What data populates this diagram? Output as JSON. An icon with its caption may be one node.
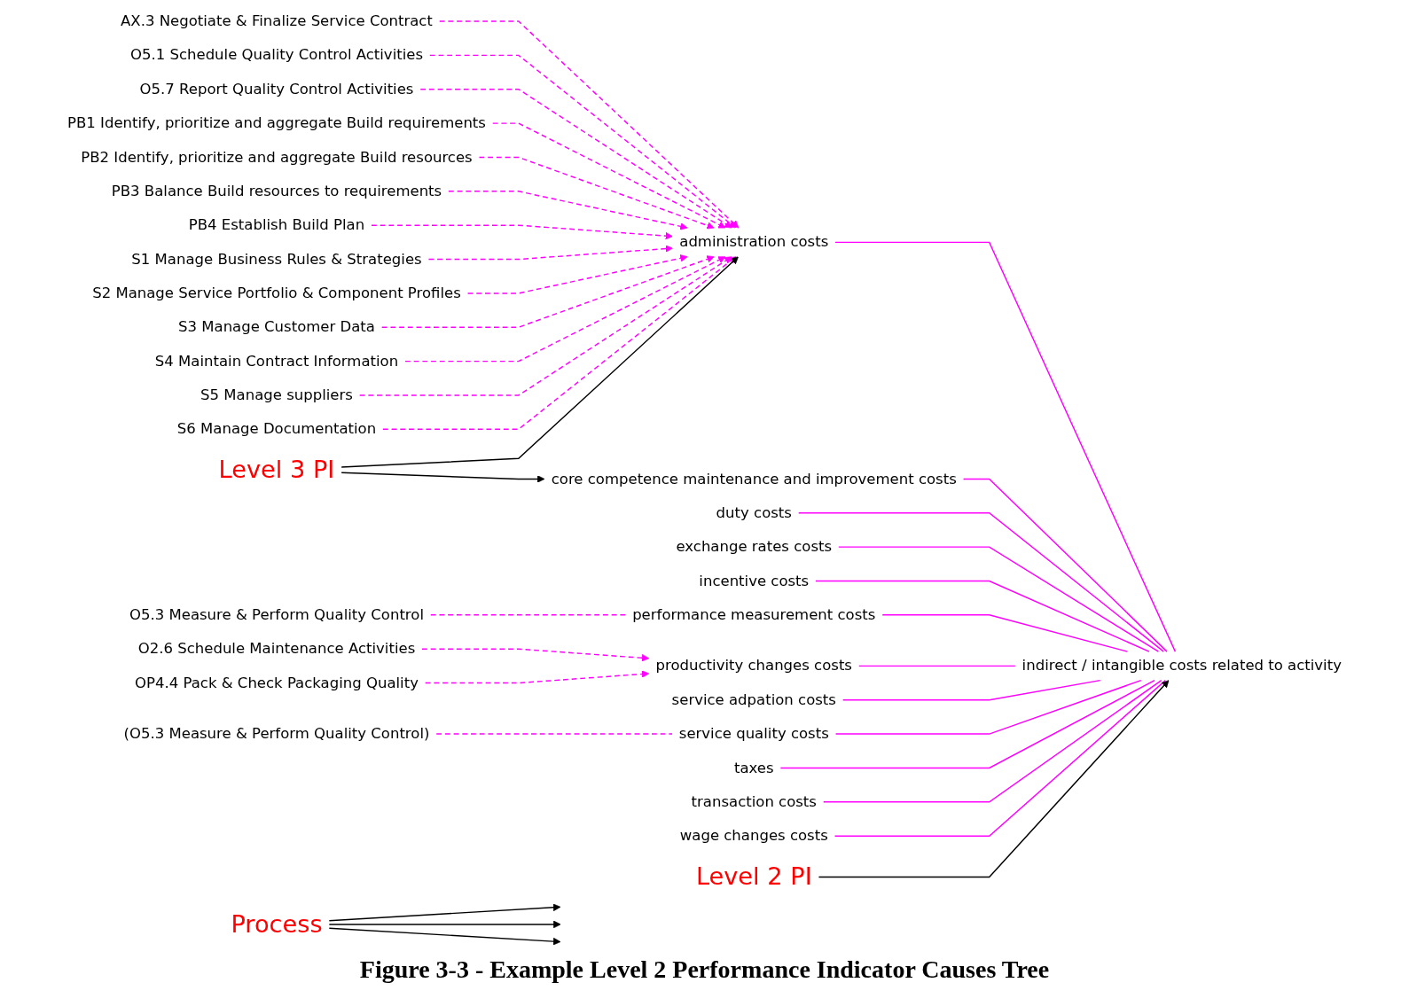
{
  "diagram": {
    "caption": "Figure 3-3 - Example Level 2 Performance Indicator Causes Tree",
    "nodes": [
      {
        "text": [
          "Level 3 PI"
        ]
      },
      {
        "text": [
          "Level 2 PI"
        ]
      },
      {
        "text": [
          "AX.3 Negotiate & Finalize Service Contract"
        ]
      },
      {
        "text": [
          "O5.1 Schedule Quality Control Activities"
        ]
      },
      {
        "text": [
          "O5.7 Report Quality Control Activities"
        ]
      },
      {
        "text": [
          "PB1 Identify, prioritize and aggregate Build requirements"
        ]
      },
      {
        "text": [
          "PB2 Identify, prioritize and aggregate Build resources"
        ]
      },
      {
        "text": [
          "PB3 Balance Build resources to requirements"
        ]
      },
      {
        "text": [
          "PB4 Establish Build Plan"
        ]
      },
      {
        "text": [
          "administration costs"
        ]
      },
      {
        "text": [
          "S1 Manage Business Rules & Strategies"
        ]
      },
      {
        "text": [
          "S2 Manage Service Portfolio & Component Profiles"
        ]
      },
      {
        "text": [
          "S3 Manage Customer Data"
        ]
      },
      {
        "text": [
          "S4 Maintain Contract Information"
        ]
      },
      {
        "text": [
          "S5 Manage suppliers"
        ]
      },
      {
        "text": [
          "S6 Manage Documentation"
        ]
      },
      {
        "text": [
          "indirect / intangible costs related to activity"
        ]
      },
      {
        "text": [
          "core competence maintenance and improvement costs"
        ]
      },
      {
        "text": [
          "duty costs"
        ]
      },
      {
        "text": [
          "exchange rates costs"
        ]
      },
      {
        "text": [
          "incentive costs"
        ]
      },
      {
        "text": [
          "O5.3 Measure & Perform Quality Control"
        ]
      },
      {
        "text": [
          "performance measurement costs"
        ]
      },
      {
        "text": [
          "O2.6 Schedule Maintenance Activities"
        ]
      },
      {
        "text": [
          "productivity changes costs"
        ]
      },
      {
        "text": [
          "OP4.4 Pack & Check Packaging Quality"
        ]
      },
      {
        "text": [
          "service adpation costs"
        ]
      },
      {
        "text": [
          "(O5.3 Measure & Perform Quality Control)"
        ]
      },
      {
        "text": [
          "service quality costs"
        ]
      },
      {
        "text": [
          "taxes"
        ]
      },
      {
        "text": [
          "transaction costs"
        ]
      },
      {
        "text": [
          "wage changes costs"
        ]
      },
      {
        "text": [
          "Process"
        ]
      }
    ],
    "edges": [
      {
        "from": 2,
        "to": 9,
        "arrow": "to",
        "style": "dashed"
      },
      {
        "from": 3,
        "to": 9,
        "arrow": "to",
        "style": "dashed"
      },
      {
        "from": 4,
        "to": 9,
        "arrow": "to",
        "style": "dashed"
      },
      {
        "from": 5,
        "to": 9,
        "arrow": "to",
        "style": "dashed"
      },
      {
        "from": 6,
        "to": 9,
        "arrow": "to",
        "style": "dashed"
      },
      {
        "from": 7,
        "to": 9,
        "arrow": "to",
        "style": "dashed"
      },
      {
        "from": 8,
        "to": 9,
        "arrow": "to",
        "style": "dashed"
      },
      {
        "from": 10,
        "to": 9,
        "arrow": "to",
        "style": "dashed"
      },
      {
        "from": 11,
        "to": 9,
        "arrow": "to",
        "style": "dashed"
      },
      {
        "from": 12,
        "to": 9,
        "arrow": "to",
        "style": "dashed"
      },
      {
        "from": 13,
        "to": 9,
        "arrow": "to",
        "style": "dashed"
      },
      {
        "from": 14,
        "to": 9,
        "arrow": "to",
        "style": "dashed"
      },
      {
        "from": 15,
        "to": 9,
        "arrow": "to",
        "style": "dashed"
      },
      {
        "from": 9,
        "to": 16,
        "arrow": "none"
      },
      {
        "from": 17,
        "to": 16,
        "arrow": "none"
      },
      {
        "from": 18,
        "to": 16,
        "arrow": "none"
      },
      {
        "from": 19,
        "to": 16,
        "arrow": "none"
      },
      {
        "from": 20,
        "to": 16,
        "arrow": "none"
      },
      {
        "from": 22,
        "to": 16,
        "arrow": "none"
      },
      {
        "from": 24,
        "to": 16,
        "arrow": "none"
      },
      {
        "from": 26,
        "to": 16,
        "arrow": "none"
      },
      {
        "from": 28,
        "to": 16,
        "arrow": "none"
      },
      {
        "from": 29,
        "to": 16,
        "arrow": "none"
      },
      {
        "from": 30,
        "to": 16,
        "arrow": "none"
      },
      {
        "from": 31,
        "to": 16,
        "arrow": "none"
      },
      {
        "from": 21,
        "to": 22,
        "arrow": "none",
        "style": "dashed"
      },
      {
        "from": 23,
        "to": 24,
        "arrow": "to",
        "style": "dashed"
      },
      {
        "from": 25,
        "to": 24,
        "arrow": "to",
        "style": "dashed"
      },
      {
        "from": 27,
        "to": 28,
        "arrow": "none",
        "style": "dashed"
      },
      {
        "from": 0,
        "to": 9,
        "arrow": "to",
        "color": "#000000"
      },
      {
        "from": 0,
        "to": 17,
        "arrow": "to",
        "color": "#000000"
      },
      {
        "from": 1,
        "to": 16,
        "arrow": "to",
        "color": "#000000"
      },
      {
        "from": 32,
        "to": null,
        "arrow": "to",
        "color": "#000000"
      },
      {
        "from": 32,
        "to": null,
        "arrow": "to",
        "color": "#000000"
      },
      {
        "from": 32,
        "to": null,
        "arrow": "to",
        "color": "#000000"
      }
    ]
  }
}
